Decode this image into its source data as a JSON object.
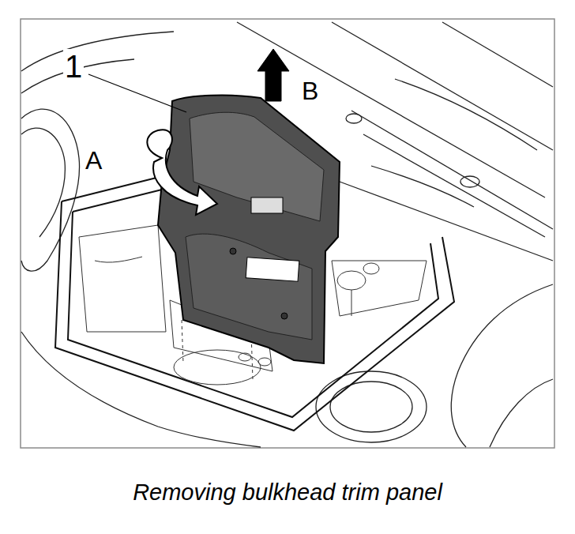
{
  "diagram": {
    "caption": "Removing bulkhead trim panel",
    "labels": [
      "1",
      "A",
      "B"
    ]
  }
}
